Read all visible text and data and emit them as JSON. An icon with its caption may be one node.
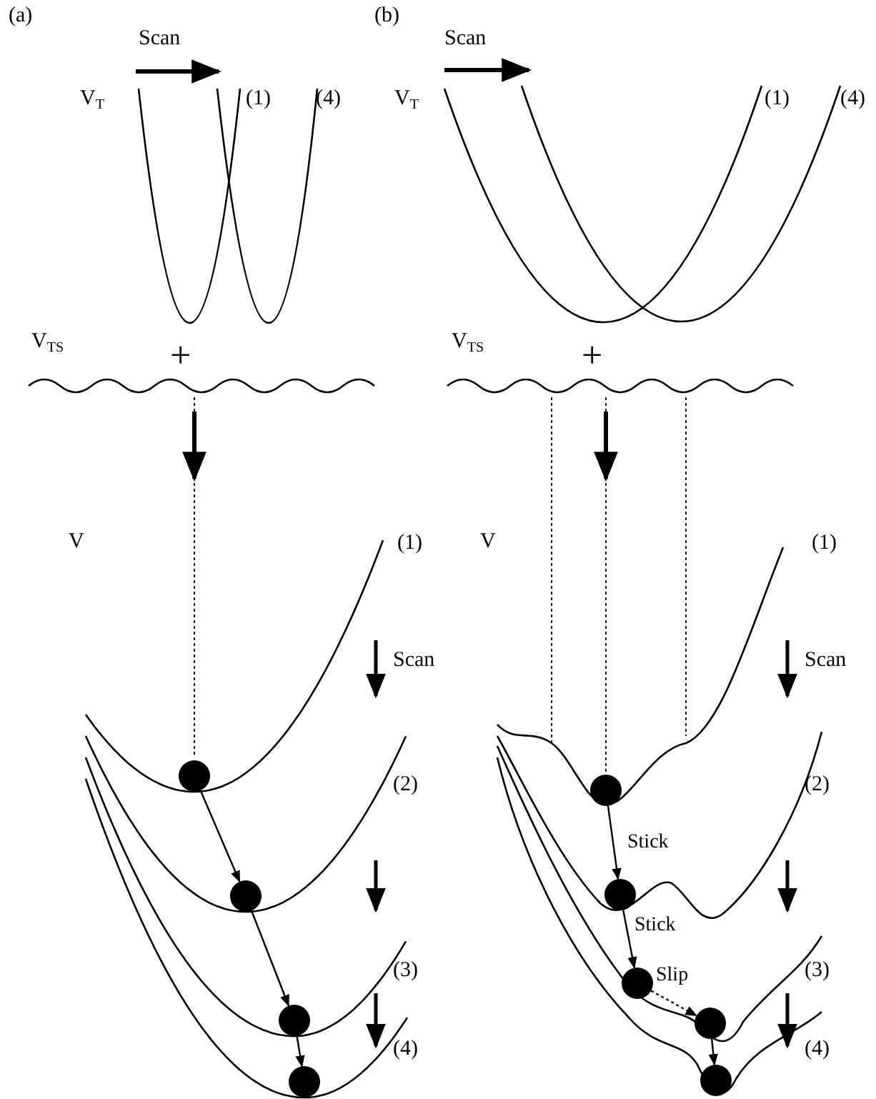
{
  "diagram": {
    "nodes": [
      {
        "text": [],
        "shape": "circle"
      },
      {
        "text": [],
        "shape": "circle"
      },
      {
        "text": [],
        "shape": "circle"
      },
      {
        "text": [],
        "shape": "circle"
      },
      {
        "text": [],
        "shape": "circle"
      },
      {
        "text": [],
        "shape": "circle"
      },
      {
        "text": [],
        "shape": "circle"
      },
      {
        "text": [],
        "shape": "circle"
      },
      {
        "text": [],
        "shape": "circle"
      }
    ],
    "edges": [
      {
        "from": 0,
        "to": 1,
        "arrow": "to"
      },
      {
        "from": 1,
        "to": 2,
        "arrow": "to"
      },
      {
        "from": 2,
        "to": 3,
        "arrow": "to"
      },
      {
        "from": 4,
        "to": 5,
        "arrow": "to",
        "label": "Stick"
      },
      {
        "from": 5,
        "to": 6,
        "arrow": "to",
        "label": "Stick"
      },
      {
        "from": 6,
        "to": 7,
        "arrow": "to",
        "label": "Slip",
        "style": "dashed"
      },
      {
        "from": 7,
        "to": 8,
        "arrow": "to"
      }
    ],
    "labels": [
      "(a)",
      "(b)",
      "Scan",
      "Scan",
      "V$_{T}$",
      "(1)",
      "(4)",
      "V$_{T}$",
      "(1)",
      "(4)",
      "V$_{TS}$",
      "+",
      "V$_{TS}$",
      "+",
      "V",
      "(1)",
      "V",
      "(1)",
      "Scan",
      "Scan",
      "(2)",
      "(2)",
      "(3)",
      "(3)",
      "(4)",
      "(4)"
    ]
  }
}
